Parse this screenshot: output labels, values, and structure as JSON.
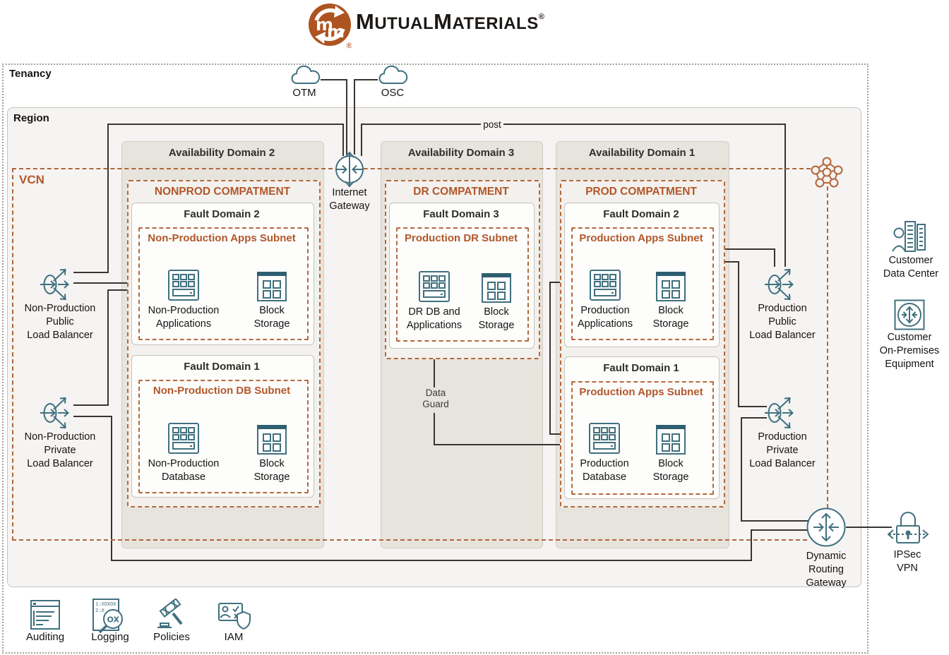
{
  "logo": {
    "m1": "M",
    "part1": "UTUAL",
    "m2": "M",
    "part2": "ATERIALS",
    "reg": "®"
  },
  "tenancy": {
    "label": "Tenancy"
  },
  "region": {
    "label": "Region"
  },
  "vcn": {
    "label": "VCN"
  },
  "post_label": "post",
  "clouds": [
    {
      "label": "OTM"
    },
    {
      "label": "OSC"
    }
  ],
  "internet_gateway": {
    "label": [
      "Internet",
      "Gateway"
    ]
  },
  "data_guard": [
    "Data",
    "Guard"
  ],
  "availability_domains": [
    {
      "title": "Availability Domain 2",
      "compartment": "NONPROD COMPATMENT",
      "fault_domains": [
        {
          "title": "Fault Domain 2",
          "subnet": "Non-Production Apps Subnet",
          "items": [
            {
              "label": [
                "Non-Production",
                "Applications"
              ]
            },
            {
              "label": [
                "Block",
                "Storage"
              ]
            }
          ]
        },
        {
          "title": "Fault Domain 1",
          "subnet": "Non-Production DB Subnet",
          "items": [
            {
              "label": [
                "Non-Production",
                "Database"
              ]
            },
            {
              "label": [
                "Block",
                "Storage"
              ]
            }
          ]
        }
      ]
    },
    {
      "title": "Availability Domain 3",
      "compartment": "DR COMPATMENT",
      "fault_domains": [
        {
          "title": "Fault Domain 3",
          "subnet": "Production DR Subnet",
          "items": [
            {
              "label": [
                "DR DB and",
                "Applications"
              ]
            },
            {
              "label": [
                "Block",
                "Storage"
              ]
            }
          ]
        }
      ]
    },
    {
      "title": "Availability Domain 1",
      "compartment": "PROD COMPATMENT",
      "fault_domains": [
        {
          "title": "Fault Domain 2",
          "subnet": "Production Apps Subnet",
          "items": [
            {
              "label": [
                "Production",
                "Applications"
              ]
            },
            {
              "label": [
                "Block",
                "Storage"
              ]
            }
          ]
        },
        {
          "title": "Fault Domain 1",
          "subnet": "Production Apps Subnet",
          "items": [
            {
              "label": [
                "Production",
                "Database"
              ]
            },
            {
              "label": [
                "Block",
                "Storage"
              ]
            }
          ]
        }
      ]
    }
  ],
  "load_balancers": [
    {
      "label": [
        "Non-Production",
        "Public",
        "Load Balancer"
      ]
    },
    {
      "label": [
        "Non-Production",
        "Private",
        "Load Balancer"
      ]
    },
    {
      "label": [
        "Production",
        "Public",
        "Load Balancer"
      ]
    },
    {
      "label": [
        "Production",
        "Private",
        "Load Balancer"
      ]
    }
  ],
  "gateways": {
    "drg": {
      "label": [
        "Dynamic",
        "Routing",
        "Gateway"
      ]
    },
    "ipsec": {
      "label": [
        "IPSec",
        "VPN"
      ]
    }
  },
  "external": [
    {
      "label": [
        "Customer",
        "Data Center"
      ]
    },
    {
      "label": [
        "Customer",
        "On-Premises",
        "Equipment"
      ]
    }
  ],
  "governance": [
    {
      "label": "Auditing"
    },
    {
      "label": "Logging"
    },
    {
      "label": "Policies"
    },
    {
      "label": "IAM"
    }
  ],
  "colors": {
    "accent_orange": "#b2572a",
    "icon_teal": "#40707f",
    "line_dark": "#3a3531",
    "logo_orange": "#ad5420",
    "region_bg": "#f5f4f2",
    "ad_bg": "#e7e3dd"
  }
}
